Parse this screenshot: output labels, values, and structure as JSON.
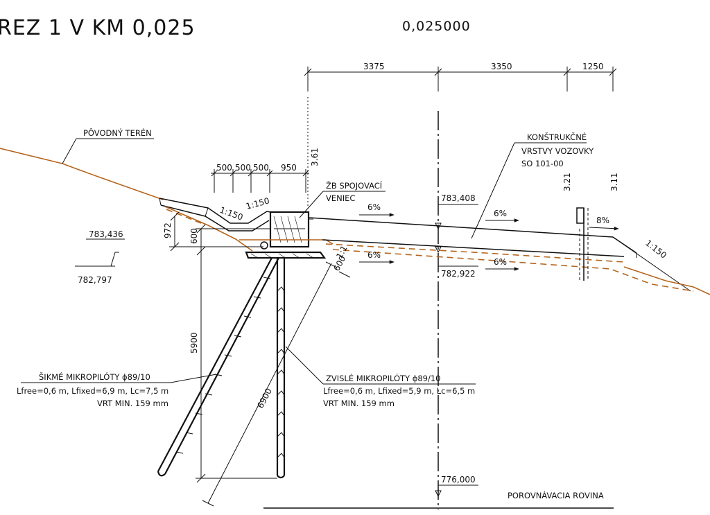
{
  "title": "REZ 1 V KM 0,025",
  "station": "0,025000",
  "dimensions_top": [
    "3375",
    "3350",
    "1250"
  ],
  "dimensions_beam": [
    "500",
    "500",
    "500",
    "950"
  ],
  "heights": {
    "h_361": "3.61",
    "h_321": "3.21",
    "h_311": "3.11",
    "h_972": "972",
    "h_600": "600",
    "h_600b": "600",
    "h_5900": "5900",
    "h_6900": "6900"
  },
  "slopes": {
    "s_left1": "1:150",
    "s_left2": "1:150",
    "s_right": "1:150"
  },
  "percent": {
    "p1": "6%",
    "p2": "6%",
    "p3": "6%",
    "p4": "6%",
    "p5": "8%"
  },
  "levels": {
    "l_783436": "783,436",
    "l_782797": "782,797",
    "l_783408": "783,408",
    "l_782922": "782,922",
    "l_776000": "776,000"
  },
  "labels": {
    "terrain": "PÔVODNÝ TERÉN",
    "layers_1": "KONŠTRUKČNÉ",
    "layers_2": "VRSTVY VOZOVKY",
    "layers_3": "SO 101-00",
    "beam_1": "ŽB SPOJOVACÍ",
    "beam_2": "VENIEC",
    "inclined_1": "ŠIKMÉ MIKROPILÓTY ϕ89/10",
    "inclined_2": "Lfree=0,6 m, Lfixed=6,9 m, Lc=7,5 m",
    "inclined_3": "VRT MIN. 159 mm",
    "vertical_1": "ZVISLÉ MIKROPILÓTY ϕ89/10",
    "vertical_2": "Lfree=0,6 m, Lfixed=5,9 m, Lc=6,5 m",
    "vertical_3": "VRT MIN. 159 mm",
    "reference_plane": "POROVNÁVACIA ROVINA",
    "ratio_small": "1:1"
  },
  "colors": {
    "ink": "#111111",
    "terrain": "#b5651d"
  }
}
